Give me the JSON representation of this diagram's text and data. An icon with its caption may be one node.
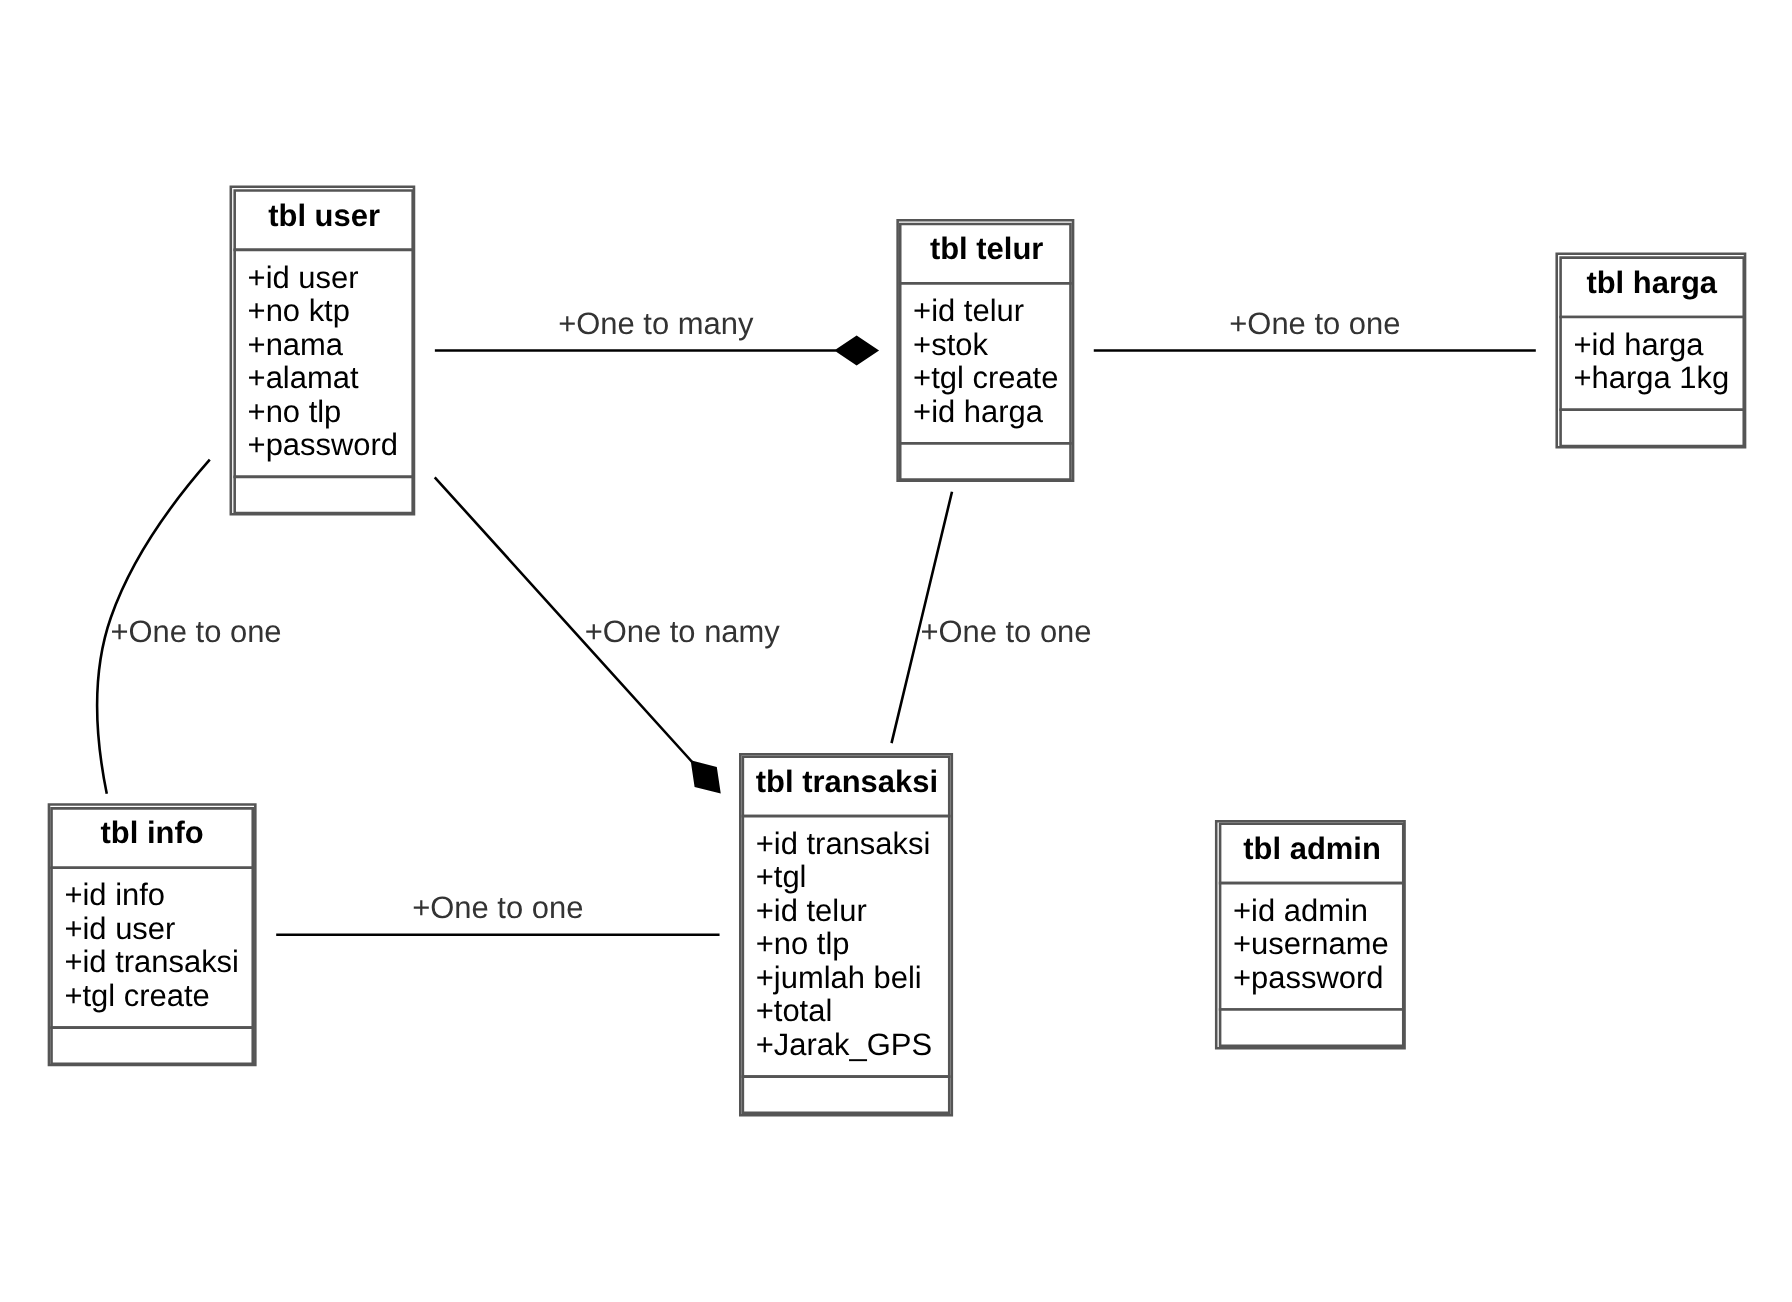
{
  "diagram": {
    "nodes": [
      {
        "text": [
          "tbl user",
          "+id user",
          "+no ktp",
          "+nama",
          "+alamat",
          "+no tlp",
          "+password"
        ]
      },
      {
        "text": [
          "tbl telur",
          "+id telur",
          "+stok",
          "+tgl create",
          "+id harga"
        ]
      },
      {
        "text": [
          "tbl harga",
          "+id harga",
          "+harga 1kg"
        ]
      },
      {
        "text": [
          "tbl info",
          "+id info",
          "+id user",
          "+id transaksi",
          "+tgl create"
        ]
      },
      {
        "text": [
          "tbl transaksi",
          "+id transaksi",
          "+tgl",
          "+id telur",
          "+no tlp",
          "+jumlah beli",
          "+total",
          "+Jarak_GPS"
        ]
      },
      {
        "text": [
          "tbl admin",
          "+id admin",
          "+username",
          "+password"
        ]
      }
    ],
    "edges": [
      {
        "from": 0,
        "to": 1,
        "arrow": "other",
        "label": "+One to many"
      },
      {
        "from": 1,
        "to": 2,
        "arrow": "none",
        "label": "+One to one"
      },
      {
        "from": 0,
        "to": 4,
        "arrow": "other",
        "label": "+One to namy"
      },
      {
        "from": 1,
        "to": 4,
        "arrow": "none",
        "label": "+One to one"
      },
      {
        "from": 0,
        "to": 3,
        "arrow": "none",
        "label": "+One to one"
      },
      {
        "from": 3,
        "to": 4,
        "arrow": "none",
        "label": "+One to one"
      }
    ]
  }
}
